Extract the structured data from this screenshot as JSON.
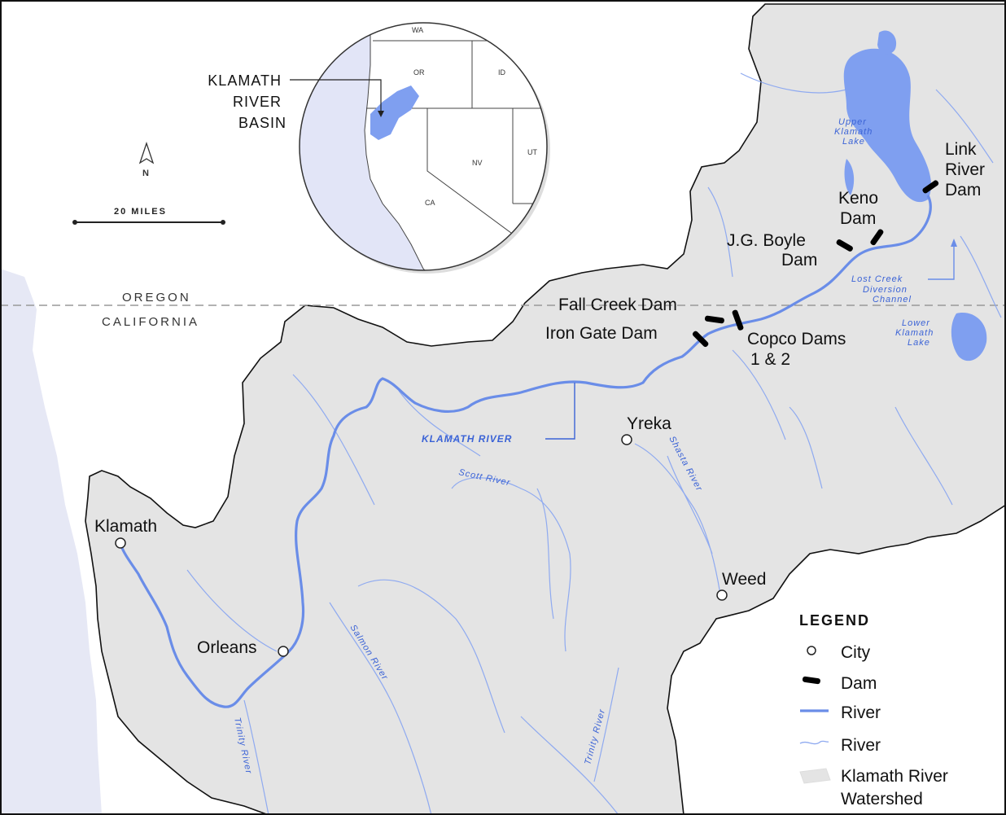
{
  "inset": {
    "callout_lines": [
      "KLAMATH",
      "RIVER",
      "BASIN"
    ],
    "states": {
      "wa": "WA",
      "or": "OR",
      "id": "ID",
      "nv": "NV",
      "ut": "UT",
      "ca": "CA"
    }
  },
  "north_arrow": {
    "label": "N"
  },
  "scale_bar": {
    "label": "20 MILES"
  },
  "borders": {
    "north_state": "OREGON",
    "south_state": "CALIFORNIA"
  },
  "cities": {
    "klamath": "Klamath",
    "orleans": "Orleans",
    "yreka": "Yreka",
    "weed": "Weed"
  },
  "dams": {
    "link_river": [
      "Link",
      "River",
      "Dam"
    ],
    "keno": [
      "Keno",
      "Dam"
    ],
    "jg_boyle": [
      "J.G. Boyle",
      "Dam"
    ],
    "fall_creek": "Fall Creek Dam",
    "iron_gate": "Iron Gate Dam",
    "copco": [
      "Copco Dams",
      "1 & 2"
    ]
  },
  "water_labels": {
    "klamath_river": "KLAMATH RIVER",
    "upper_klamath_lake": [
      "Upper",
      "Klamath",
      "Lake"
    ],
    "lower_klamath_lake": [
      "Lower",
      "Klamath",
      "Lake"
    ],
    "lost_creek": [
      "Lost Creek",
      "Diversion",
      "Channel"
    ],
    "scott_river": "Scott River",
    "shasta_river": "Shasta River",
    "salmon_river": "Salmon River",
    "trinity_river_1": "Trinity River",
    "trinity_river_2": "Trinity River"
  },
  "legend": {
    "title": "LEGEND",
    "city": "City",
    "dam": "Dam",
    "river_major": "River",
    "river_minor": "River",
    "watershed": [
      "Klamath River",
      "Watershed"
    ]
  },
  "colors": {
    "water": "#7f9ff0",
    "ocean": "#e6e8f5",
    "watershed": "#e4e4e4",
    "border": "#111111",
    "dam": "#000000"
  }
}
